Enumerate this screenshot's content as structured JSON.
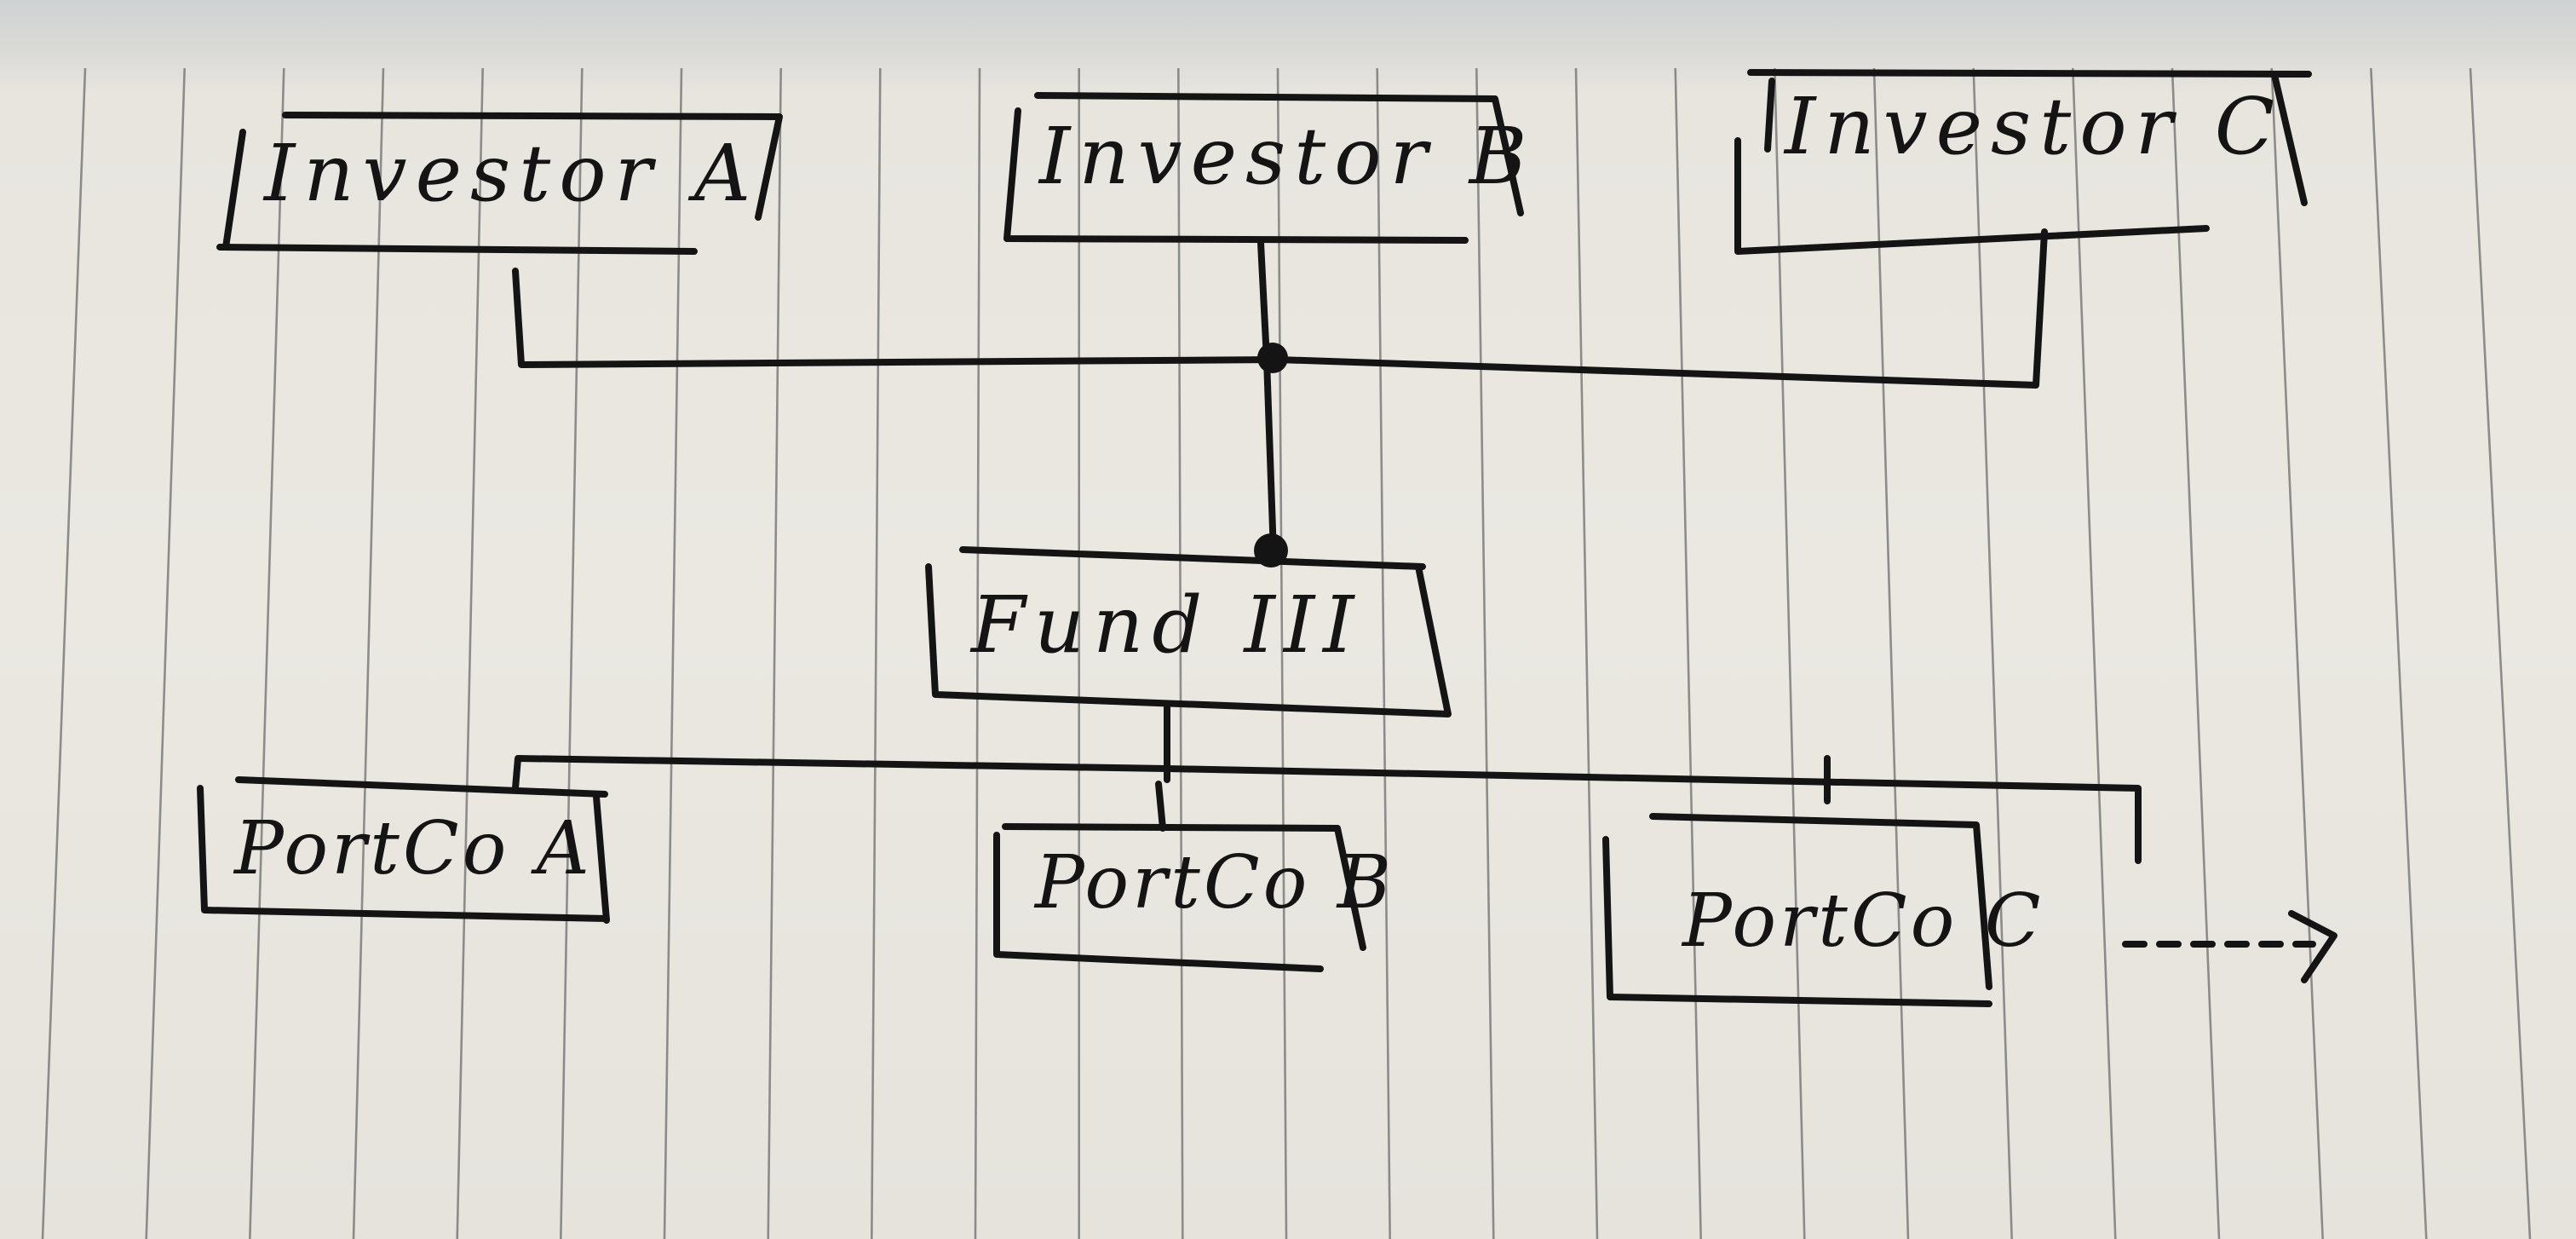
{
  "investors": [
    {
      "label": "Investor A"
    },
    {
      "label": "Investor B"
    },
    {
      "label": "Investor C"
    }
  ],
  "fund": {
    "label": "Fund III"
  },
  "portcos": [
    {
      "label": "PortCo A"
    },
    {
      "label": "PortCo B"
    },
    {
      "label": "PortCo C"
    }
  ],
  "colors": {
    "ink": "#141414",
    "paper": "#ebe8e2",
    "rule_line": "#6e6e6e"
  }
}
